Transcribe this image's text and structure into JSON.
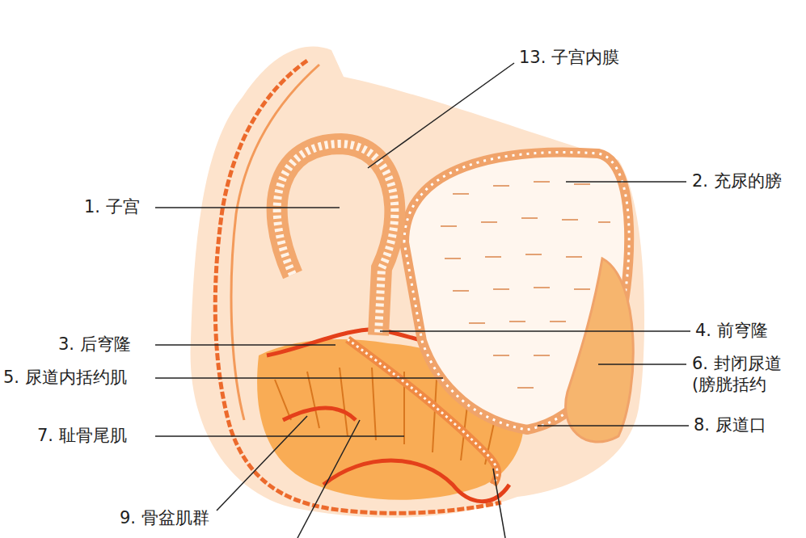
{
  "diagram": {
    "labels": [
      "13. 子宫内膜",
      "1. 子宫",
      "2. 充尿的膀",
      "3. 后穹隆",
      "4. 前穹隆",
      "5. 尿道内括约肌",
      "6. 封闭尿道 (膀胱括约",
      "7. 耻骨尾肌",
      "8. 尿道口",
      "9. 骨盆肌群"
    ]
  }
}
